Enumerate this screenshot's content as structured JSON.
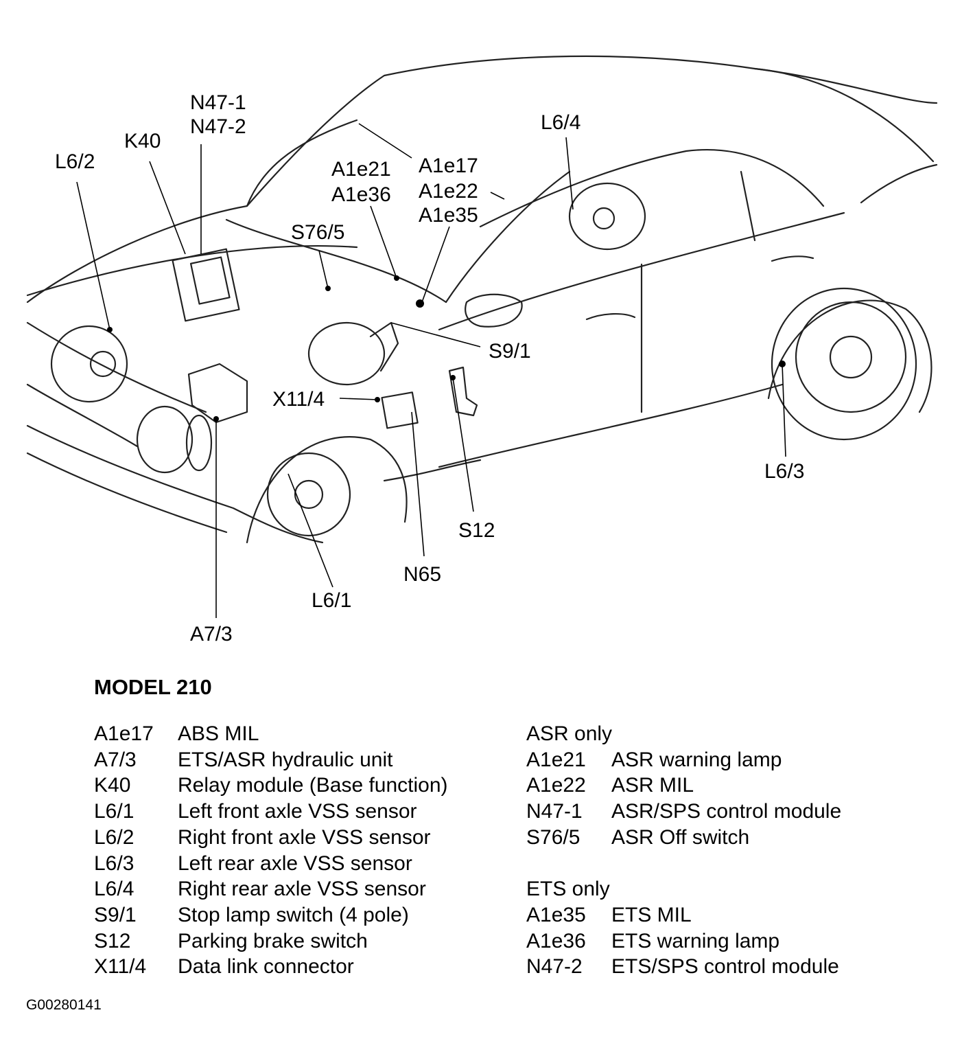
{
  "callouts": {
    "n47_1": "N47-1",
    "n47_2": "N47-2",
    "k40": "K40",
    "l6_2": "L6/2",
    "a1e21": "A1e21",
    "a1e36": "A1e36",
    "a1e17": "A1e17",
    "a1e22": "A1e22",
    "a1e35": "A1e35",
    "s76_5": "S76/5",
    "l6_4": "L6/4",
    "s9_1": "S9/1",
    "x11_4": "X11/4",
    "l6_3": "L6/3",
    "s12": "S12",
    "n65": "N65",
    "l6_1": "L6/1",
    "a7_3": "A7/3"
  },
  "title": "MODEL 210",
  "legend_left": [
    {
      "code": "A1e17",
      "desc": "ABS MIL"
    },
    {
      "code": "A7/3",
      "desc": "ETS/ASR hydraulic unit"
    },
    {
      "code": "K40",
      "desc": "Relay module (Base function)"
    },
    {
      "code": "L6/1",
      "desc": "Left front axle VSS sensor"
    },
    {
      "code": "L6/2",
      "desc": "Right front axle VSS sensor"
    },
    {
      "code": "L6/3",
      "desc": "Left rear axle VSS sensor"
    },
    {
      "code": "L6/4",
      "desc": "Right rear axle VSS sensor"
    },
    {
      "code": "S9/1",
      "desc": "Stop lamp switch (4 pole)"
    },
    {
      "code": "S12",
      "desc": "Parking brake switch"
    },
    {
      "code": "X11/4",
      "desc": "Data link connector"
    }
  ],
  "asr_group": {
    "heading": "ASR only",
    "items": [
      {
        "code": "A1e21",
        "desc": "ASR warning lamp"
      },
      {
        "code": "A1e22",
        "desc": "ASR MIL"
      },
      {
        "code": "N47-1",
        "desc": "ASR/SPS control module"
      },
      {
        "code": "S76/5",
        "desc": "ASR Off switch"
      }
    ]
  },
  "ets_group": {
    "heading": "ETS only",
    "items": [
      {
        "code": "A1e35",
        "desc": "ETS MIL"
      },
      {
        "code": "A1e36",
        "desc": "ETS warning lamp"
      },
      {
        "code": "N47-2",
        "desc": "ETS/SPS control module"
      }
    ]
  },
  "figure_id": "G00280141"
}
